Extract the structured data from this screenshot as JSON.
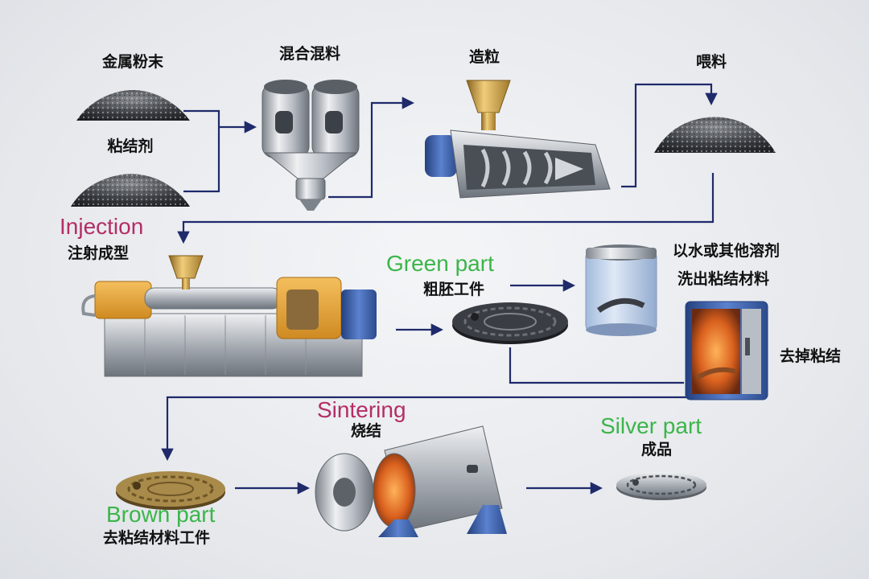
{
  "labels": {
    "metal_powder": "金属粉末",
    "binder": "粘结剂",
    "mixing": "混合混料",
    "granulation": "造粒",
    "feeding": "喂料",
    "injection_en": "Injection",
    "injection_cn": "注射成型",
    "green_en": "Green part",
    "green_cn": "粗胚工件",
    "solvent_line1": "以水或其他溶剂",
    "solvent_line2": "洗出粘结材料",
    "debind": "去掉粘结",
    "sintering_en": "Sintering",
    "sintering_cn": "烧结",
    "silver_en": "Silver part",
    "silver_cn": "成品",
    "brown_en": "Brown part",
    "brown_cn": "去粘结材料工件"
  },
  "colors": {
    "arrow": "#1f2a6b",
    "accent_pink": "#b32d66",
    "accent_green": "#3bb54a",
    "machine_orange": "#e8a33a",
    "machine_blue": "#3a5fa8",
    "brass": "#c9993b"
  }
}
